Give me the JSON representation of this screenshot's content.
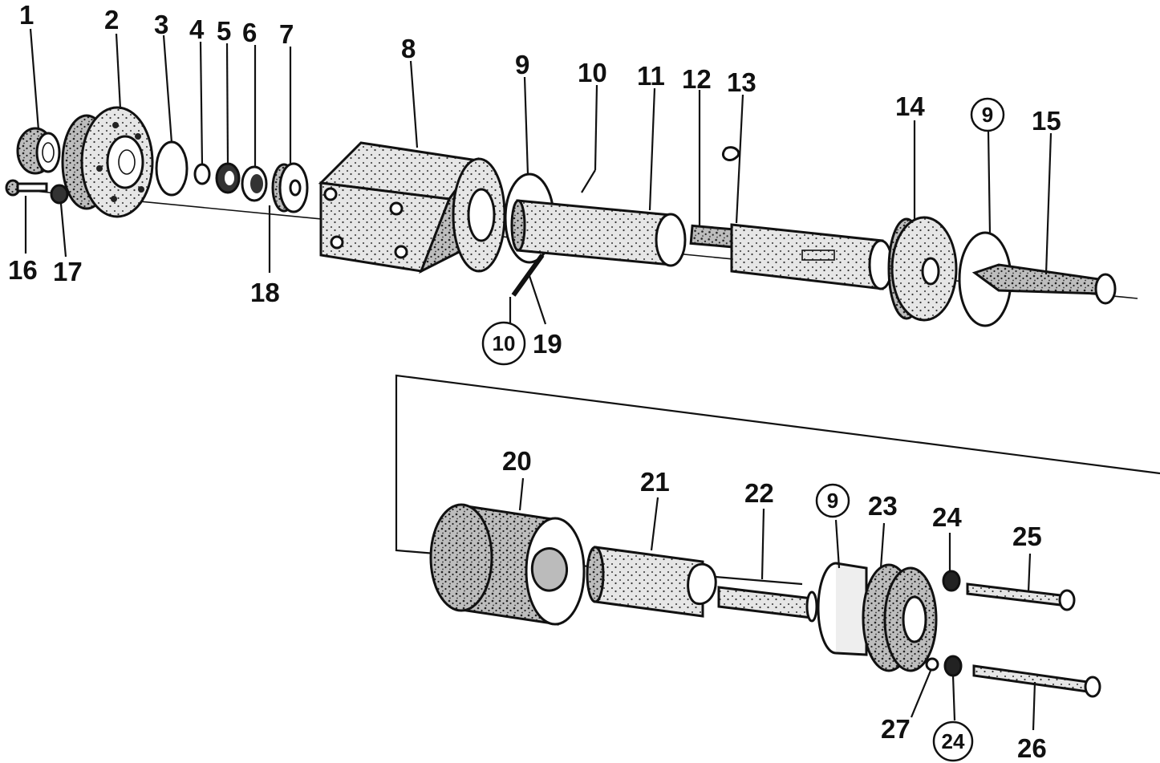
{
  "diagram": {
    "colors": {
      "ink": "#111111",
      "paper": "#ffffff",
      "shade": "#8a8a8a"
    },
    "labels": {
      "l1": "1",
      "l2": "2",
      "l3": "3",
      "l4": "4",
      "l5": "5",
      "l6": "6",
      "l7": "7",
      "l8": "8",
      "l9": "9",
      "l10": "10",
      "l11": "11",
      "l12": "12",
      "l13": "13",
      "l14": "14",
      "l9b": "9",
      "l15": "15",
      "l16": "16",
      "l17": "17",
      "l18": "18",
      "l10b": "10",
      "l19": "19",
      "l20": "20",
      "l21": "21",
      "l22": "22",
      "l9c": "9",
      "l23": "23",
      "l24": "24",
      "l25": "25",
      "l27": "27",
      "l24b": "24",
      "l26": "26"
    }
  }
}
